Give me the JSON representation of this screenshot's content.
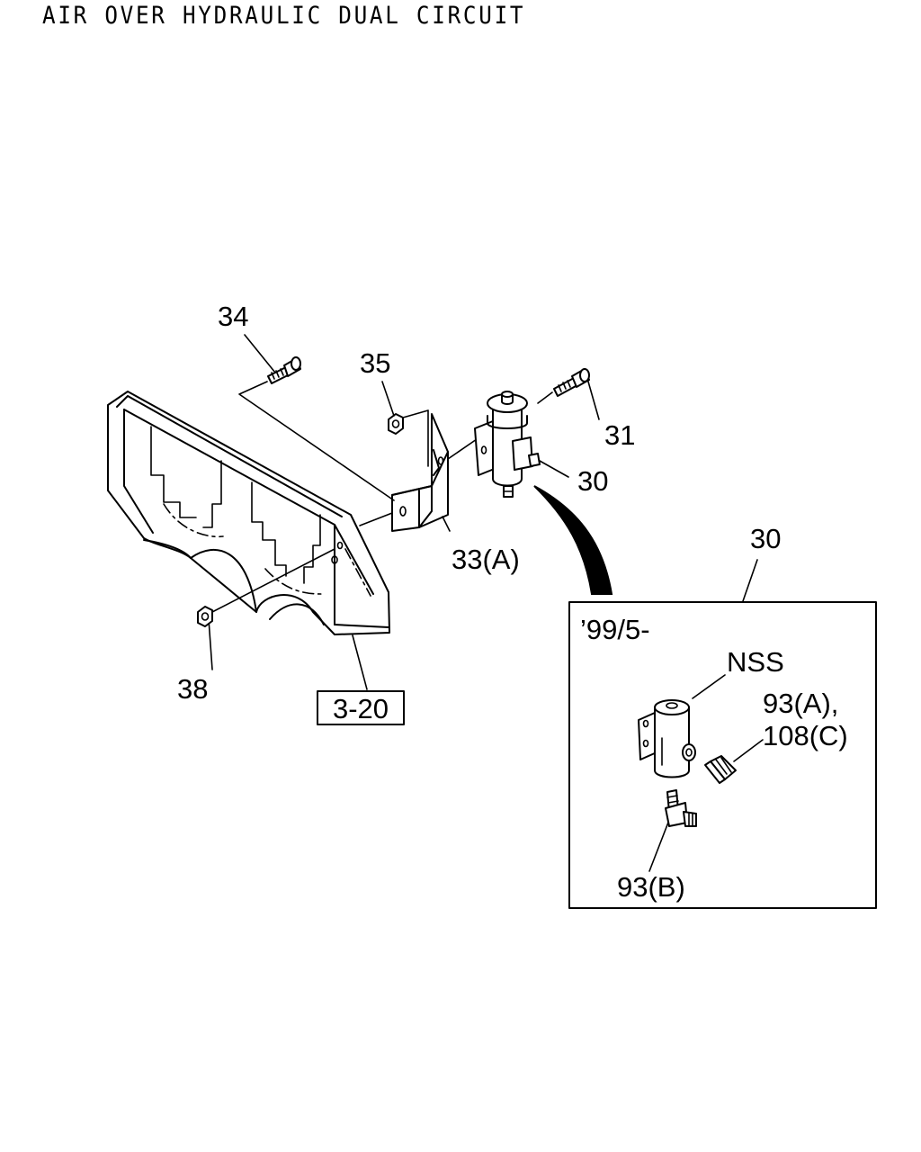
{
  "title": "AIR OVER HYDRAULIC DUAL CIRCUIT",
  "callouts": {
    "c34": "34",
    "c35": "35",
    "c31": "31",
    "c30": "30",
    "c33a": "33(A)",
    "c30detail": "30",
    "c38": "38",
    "ref320": "3-20"
  },
  "detail_box": {
    "date_range": "’99/5-",
    "nss": "NSS",
    "c93a": "93(A),",
    "c108c": "108(C)",
    "c93b": "93(B)"
  }
}
